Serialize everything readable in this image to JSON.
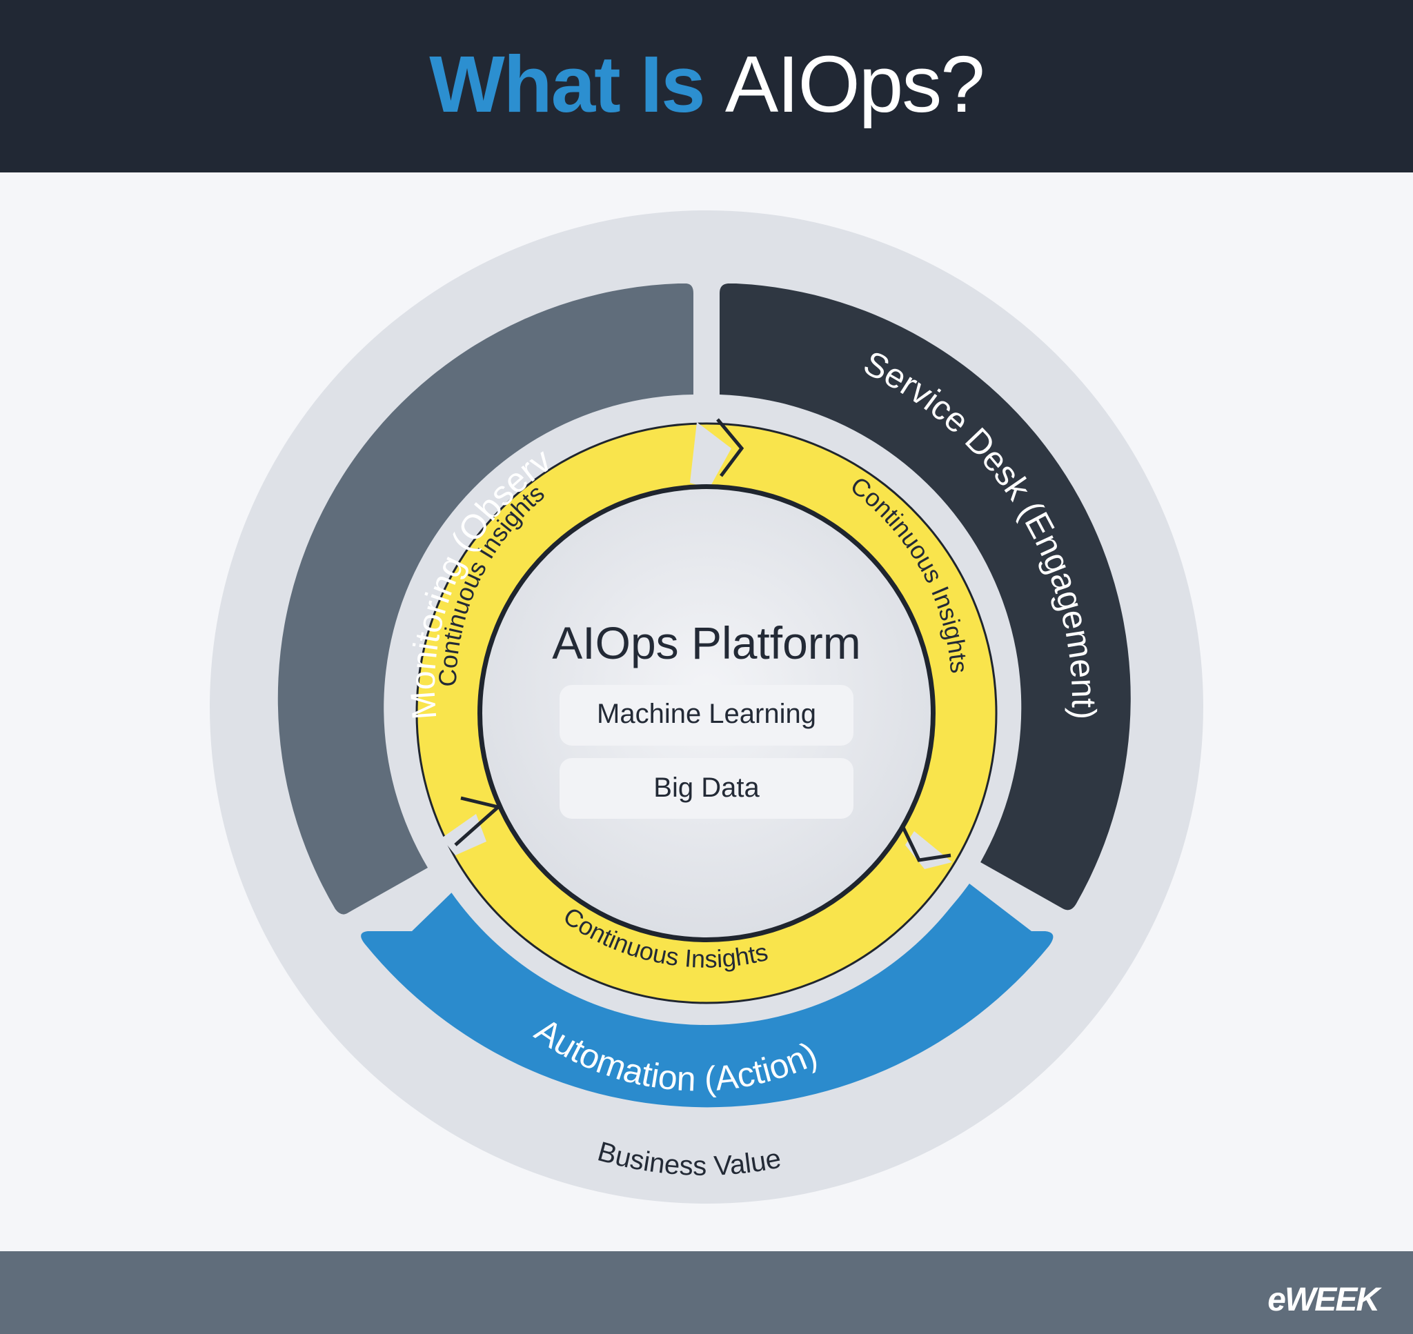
{
  "header": {
    "title_accent": "What Is",
    "title_main": "AIOps?"
  },
  "diagram": {
    "segments": {
      "monitoring": "Monitoring (Observation)",
      "service_desk": "Service Desk (Engagement)",
      "automation": "Automation (Action)"
    },
    "cycle_label": "Continuous Insights",
    "center": {
      "title": "AIOps Platform",
      "items": [
        "Machine Learning",
        "Big Data"
      ]
    },
    "outer_label": "Business Value"
  },
  "footer": {
    "brand": "eWEEK"
  },
  "colors": {
    "header_bg": "#212834",
    "accent_blue": "#2c8fd0",
    "monitoring": "#606d7b",
    "service_desk": "#2f3742",
    "automation": "#2b8bcd",
    "insights_yellow": "#f9e44c",
    "outer_ring": "#dee1e7",
    "footer_bg": "#606d7b"
  }
}
